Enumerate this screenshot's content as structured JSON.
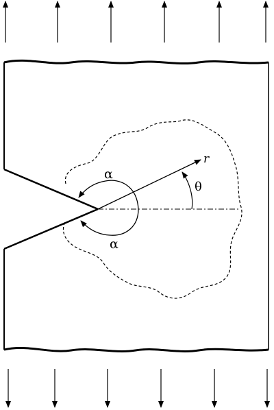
{
  "labels": {
    "alpha_top": "α",
    "alpha_bottom": "α",
    "r": "r",
    "theta": "θ"
  },
  "arrows": {
    "top_count": 6,
    "bottom_count": 6,
    "top_direction": "up",
    "bottom_direction": "down"
  },
  "colors": {
    "stroke": "#000000",
    "background": "#ffffff"
  }
}
